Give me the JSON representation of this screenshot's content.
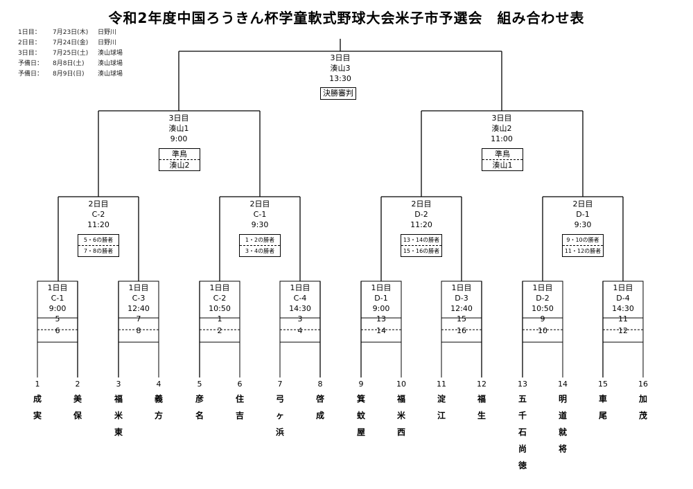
{
  "title": "令和2年度中国ろうきん杯学童軟式野球大会米子市予選会　組み合わせ表",
  "schedule": [
    {
      "day": "1日目：",
      "date": "7月23日(木)",
      "venue": "日野川"
    },
    {
      "day": "2日目：",
      "date": "7月24日(金)",
      "venue": "日野川"
    },
    {
      "day": "3日目：",
      "date": "7月25日(土)",
      "venue": "湊山球場"
    },
    {
      "day": "予備日：",
      "date": "8月8日(土)",
      "venue": "湊山球場"
    },
    {
      "day": "予備日：",
      "date": "8月9日(日)",
      "venue": "湊山球場"
    }
  ],
  "final": {
    "day": "3日目",
    "field": "湊山3",
    "time": "13:30",
    "label": "決勝審判"
  },
  "semis": [
    {
      "day": "3日目",
      "field": "湊山1",
      "time": "9:00",
      "a": "準鳥",
      "b": "湊山2"
    },
    {
      "day": "3日目",
      "field": "湊山2",
      "time": "11:00",
      "a": "準鳥",
      "b": "湊山1"
    }
  ],
  "quarters": [
    {
      "day": "2日目",
      "code": "C-2",
      "time": "11:20",
      "a": "5・6の勝者",
      "b": "7・8の勝者"
    },
    {
      "day": "2日目",
      "code": "C-1",
      "time": "9:30",
      "a": "1・2の勝者",
      "b": "3・4の勝者"
    },
    {
      "day": "2日目",
      "code": "D-2",
      "time": "11:20",
      "a": "13・14の勝者",
      "b": "15・16の勝者"
    },
    {
      "day": "2日目",
      "code": "D-1",
      "time": "9:30",
      "a": "9・10の勝者",
      "b": "11・12の勝者"
    }
  ],
  "round1": [
    {
      "day": "1日目",
      "code": "C-1",
      "time": "9:00",
      "a": "5",
      "b": "6"
    },
    {
      "day": "1日目",
      "code": "C-3",
      "time": "12:40",
      "a": "7",
      "b": "8"
    },
    {
      "day": "1日目",
      "code": "C-2",
      "time": "10:50",
      "a": "1",
      "b": "2"
    },
    {
      "day": "1日目",
      "code": "C-4",
      "time": "14:30",
      "a": "3",
      "b": "4"
    },
    {
      "day": "1日目",
      "code": "D-1",
      "time": "9:00",
      "a": "13",
      "b": "14"
    },
    {
      "day": "1日目",
      "code": "D-3",
      "time": "12:40",
      "a": "15",
      "b": "16"
    },
    {
      "day": "1日目",
      "code": "D-2",
      "time": "10:50",
      "a": "9",
      "b": "10"
    },
    {
      "day": "1日目",
      "code": "D-4",
      "time": "14:30",
      "a": "11",
      "b": "12"
    }
  ],
  "teams": [
    {
      "seed": "1",
      "name": [
        "成",
        "実"
      ]
    },
    {
      "seed": "2",
      "name": [
        "美",
        "保"
      ]
    },
    {
      "seed": "3",
      "name": [
        "福",
        "米",
        "東"
      ]
    },
    {
      "seed": "4",
      "name": [
        "義",
        "方"
      ]
    },
    {
      "seed": "5",
      "name": [
        "彦",
        "名"
      ]
    },
    {
      "seed": "6",
      "name": [
        "住",
        "吉"
      ]
    },
    {
      "seed": "7",
      "name": [
        "弓",
        "ヶ",
        "浜"
      ]
    },
    {
      "seed": "8",
      "name": [
        "啓",
        "成"
      ]
    },
    {
      "seed": "9",
      "name": [
        "箕",
        "蚊",
        "屋"
      ]
    },
    {
      "seed": "10",
      "name": [
        "福",
        "米",
        "西"
      ]
    },
    {
      "seed": "11",
      "name": [
        "淀",
        "江"
      ]
    },
    {
      "seed": "12",
      "name": [
        "福",
        "生"
      ]
    },
    {
      "seed": "13",
      "name": [
        "五",
        "千",
        "石",
        "尚",
        "徳"
      ]
    },
    {
      "seed": "14",
      "name": [
        "明",
        "道",
        "就",
        "将"
      ]
    },
    {
      "seed": "15",
      "name": [
        "車",
        "尾"
      ]
    },
    {
      "seed": "16",
      "name": [
        "加",
        "茂"
      ]
    }
  ]
}
